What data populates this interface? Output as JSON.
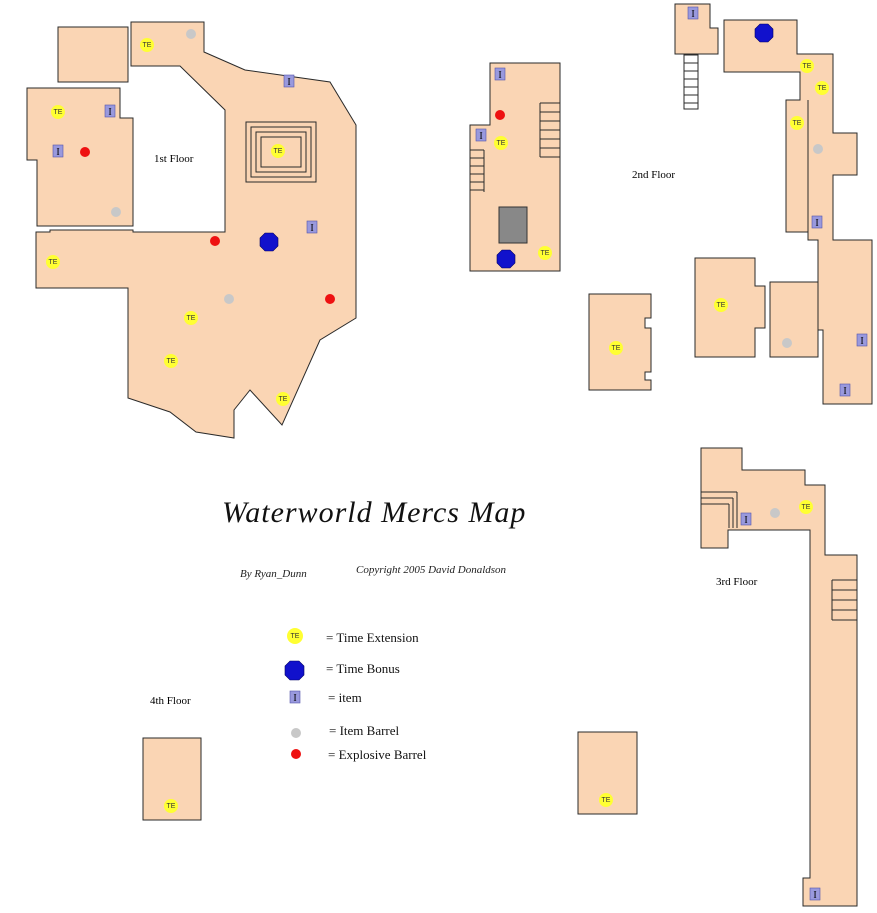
{
  "title": "Waterworld Mercs Map",
  "author": "By Ryan_Dunn",
  "copyright": "Copyright 2005 David Donaldson",
  "floors": {
    "first": "1st Floor",
    "second": "2nd Floor",
    "third": "3rd Floor",
    "fourth": "4th Floor"
  },
  "marker_labels": {
    "time_extension": "TE",
    "item": "I"
  },
  "legend": {
    "time_extension": "= Time Extension",
    "time_bonus": "= Time Bonus",
    "item": "= item",
    "item_barrel": "= Item Barrel",
    "explosive_barrel": "= Explosive Barrel"
  },
  "colors": {
    "floor": "#fad5b4",
    "time_extension": "#ffff33",
    "time_bonus": "#1111cc",
    "item": "#9999dd",
    "item_barrel": "#c8c8c8",
    "explosive_barrel": "#ee1111"
  }
}
